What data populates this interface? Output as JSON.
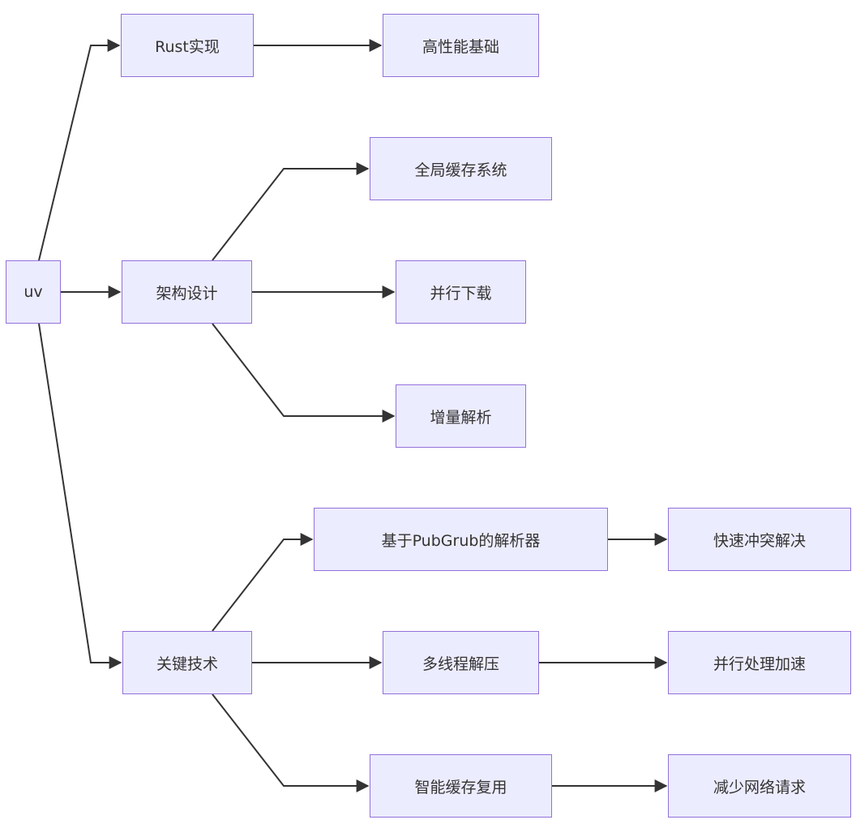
{
  "diagram": {
    "root": "uv",
    "branches": {
      "rust": "Rust实现",
      "arch": "架构设计",
      "key": "关键技术"
    },
    "leaves": {
      "perf": "高性能基础",
      "global_cache": "全局缓存系统",
      "parallel_download": "并行下载",
      "incremental_parse": "增量解析",
      "pubgrub_resolver": "基于PubGrub的解析器",
      "fast_conflict": "快速冲突解决",
      "multithread_unpack": "多线程解压",
      "parallel_accel": "并行处理加速",
      "smart_cache": "智能缓存复用",
      "reduce_requests": "减少网络请求"
    },
    "colors": {
      "node_fill": "#ECECFF",
      "node_border": "#9370DB",
      "edge": "#333333",
      "text": "#333333"
    }
  }
}
